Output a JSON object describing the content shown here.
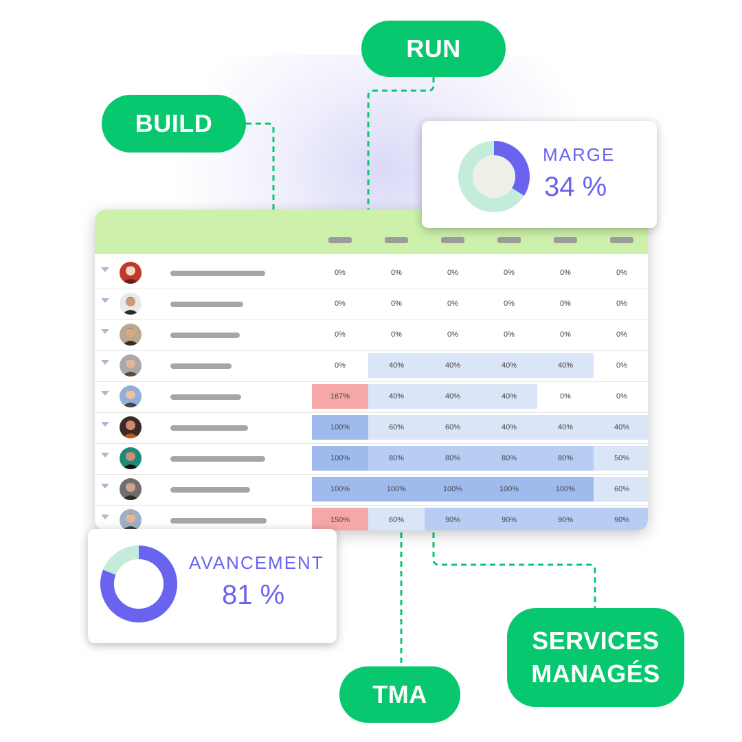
{
  "labels": {
    "build": "BUILD",
    "run": "RUN",
    "tma": "TMA",
    "services_line1": "SERVICES",
    "services_line2": "MANAGÉS"
  },
  "marge_card": {
    "label": "MARGE",
    "value": "34 %",
    "percent": 34
  },
  "avancement_card": {
    "label": "AVANCEMENT",
    "value": "81 %",
    "percent": 81
  },
  "colors": {
    "pill_green": "#08c86f",
    "header_green": "#cdf1aa",
    "accent_purple": "#6a63f0",
    "donut_track": "#c3ecdb",
    "cell_light": "#dae6f7",
    "cell_mid": "#b7cdf3",
    "cell_dark": "#9fbbee",
    "cell_red": "#f6a7a7"
  },
  "table": {
    "rows": [
      {
        "cells": [
          "0%",
          "0%",
          "0%",
          "0%",
          "0%",
          "0%"
        ]
      },
      {
        "cells": [
          "0%",
          "0%",
          "0%",
          "0%",
          "0%",
          "0%"
        ]
      },
      {
        "cells": [
          "0%",
          "0%",
          "0%",
          "0%",
          "0%",
          "0%"
        ]
      },
      {
        "cells": [
          "0%",
          "40%",
          "40%",
          "40%",
          "40%",
          "0%"
        ]
      },
      {
        "cells": [
          "167%",
          "40%",
          "40%",
          "40%",
          "0%",
          "0%"
        ]
      },
      {
        "cells": [
          "100%",
          "60%",
          "60%",
          "40%",
          "40%",
          "40%"
        ]
      },
      {
        "cells": [
          "100%",
          "80%",
          "80%",
          "80%",
          "80%",
          "50%"
        ]
      },
      {
        "cells": [
          "100%",
          "100%",
          "100%",
          "100%",
          "100%",
          "60%"
        ]
      },
      {
        "cells": [
          "150%",
          "60%",
          "90%",
          "90%",
          "90%",
          "90%"
        ]
      }
    ]
  }
}
